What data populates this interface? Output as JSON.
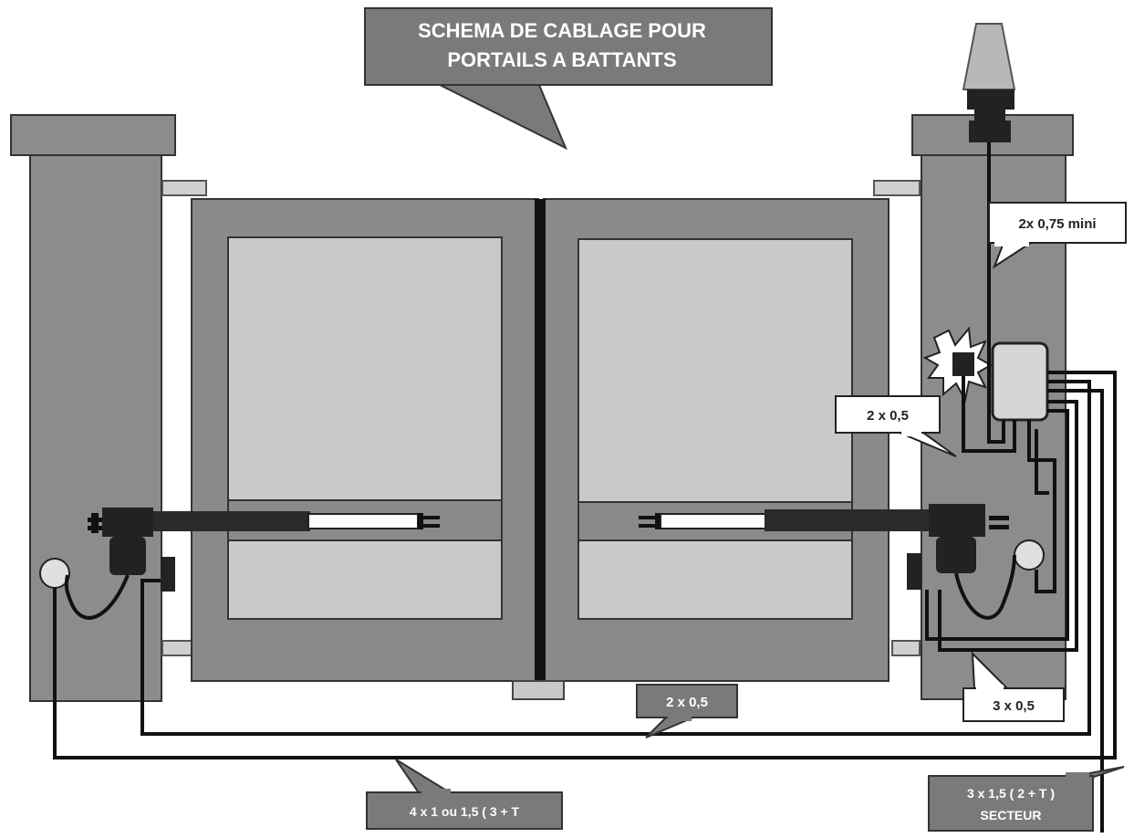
{
  "title": {
    "line1": "SCHEMA  DE CABLAGE  POUR",
    "line2": "PORTAILS  A  BATTANTS"
  },
  "labels": {
    "lamp_cable": "2x 0,75 mini",
    "photocell_cable": "2 x 0,5",
    "motor_cable": "3 x 0,5",
    "cross_cable": "2 x 0,5",
    "motor_feed": "4 x 1 ou 1,5 ( 3 + T",
    "mains_line1": "3 x 1,5 ( 2 + T )",
    "mains_line2": "SECTEUR"
  },
  "colors": {
    "pillar": "#8c8c8c",
    "gate_frame": "#8a8a8a",
    "panel": "#c9c9c9",
    "cable": "#111111",
    "callout_dark": "#7a7a7a",
    "callout_light": "#ffffff"
  }
}
